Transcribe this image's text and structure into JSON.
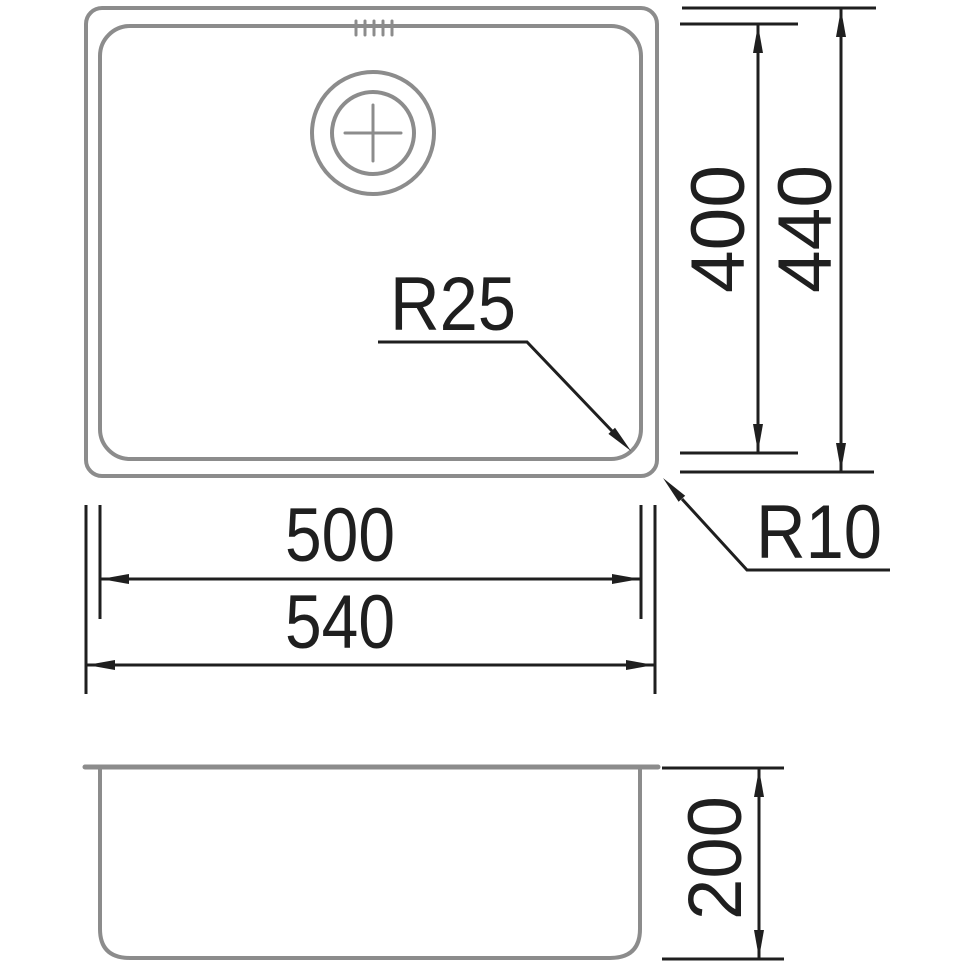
{
  "drawing": {
    "type": "technical dimension drawing of an undermount kitchen sink bowl, top view and side view",
    "dimensions": {
      "bowl_length": "500",
      "overall_length": "540",
      "bowl_width": "400",
      "overall_width": "440",
      "bowl_depth": "200",
      "bowl_corner_radius": "R25",
      "rim_corner_radius": "R10"
    },
    "colors": {
      "outline": "#8c8c8c",
      "dimension": "#1f1f1f",
      "background": "#ffffff"
    }
  }
}
